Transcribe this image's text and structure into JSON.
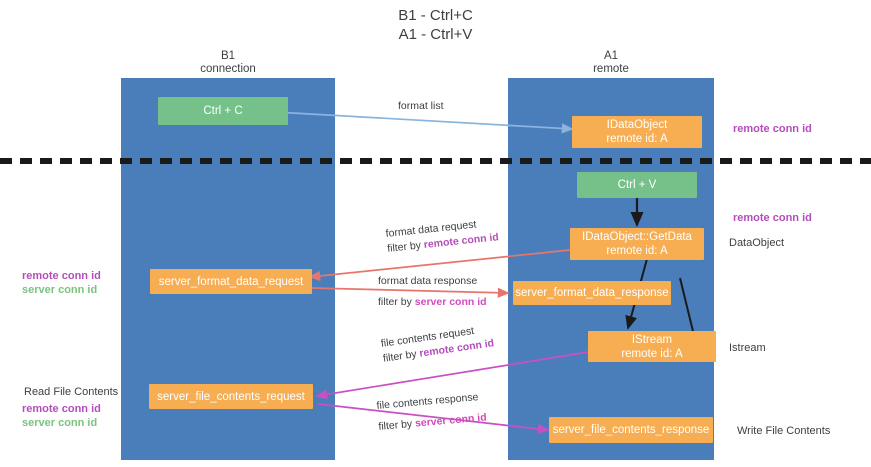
{
  "title": {
    "line1": "B1 - Ctrl+C",
    "line2": "A1 - Ctrl+V"
  },
  "columns": [
    {
      "name": "B1",
      "sub": "connection"
    },
    {
      "name": "A1",
      "sub": "remote"
    }
  ],
  "boxes": {
    "ctrl_c": {
      "line1": "Ctrl + C",
      "color": "#76c18a"
    },
    "ctrl_v": {
      "line1": "Ctrl + V",
      "color": "#76c18a"
    },
    "idataobject": {
      "line1": "IDataObject",
      "line2": "remote id: A",
      "color": "#f7ad52"
    },
    "getdata": {
      "line1": "IDataObject::GetData",
      "line2": "remote id: A",
      "color": "#f7ad52"
    },
    "istream": {
      "line1": "IStream",
      "line2": "remote id: A",
      "color": "#f7ad52"
    },
    "server_format_data_request": {
      "line1": "server_format_data_request",
      "color": "#f7ad52"
    },
    "server_format_data_response": {
      "line1": "server_format_data_response",
      "color": "#f7ad52"
    },
    "server_file_contents_request": {
      "line1": "server_file_contents_request",
      "color": "#f7ad52"
    },
    "server_file_contents_response": {
      "line1": "server_file_contents_response",
      "color": "#f7ad52"
    }
  },
  "edges": {
    "format_list": {
      "label": "format list"
    },
    "format_data_request": {
      "label": "format data request",
      "filter_prefix": "filter by ",
      "filter_key": "remote conn id"
    },
    "format_data_response": {
      "label": "format data response",
      "filter_prefix": "filter by ",
      "filter_key": "server conn id"
    },
    "file_contents_request": {
      "label": "file contents request",
      "filter_prefix": "filter by ",
      "filter_key": "remote conn id"
    },
    "file_contents_response": {
      "label": "file contents response",
      "filter_prefix": "filter by ",
      "filter_key": "server conn id"
    }
  },
  "annotations": {
    "right_remote_top": "remote conn id",
    "right_remote_mid": "remote conn id",
    "right_dataobject": "DataObject",
    "right_istream": "Istream",
    "right_write_file_contents": "Write File Contents",
    "left_mid_remote": "remote conn id",
    "left_mid_server": "server conn id",
    "left_read_file_contents": "Read File Contents",
    "left_bottom_remote": "remote conn id",
    "left_bottom_server": "server conn id"
  },
  "colors": {
    "lane": "#4a7ebb",
    "green": "#76c18a",
    "orange": "#f7ad52",
    "remote_conn": "#b44dbb",
    "server_conn": "#78c37f",
    "arrow_blue": "#8ab4dd",
    "arrow_red": "#e8756b",
    "arrow_magenta": "#c94fc4",
    "arrow_black": "#1a1a1a"
  }
}
